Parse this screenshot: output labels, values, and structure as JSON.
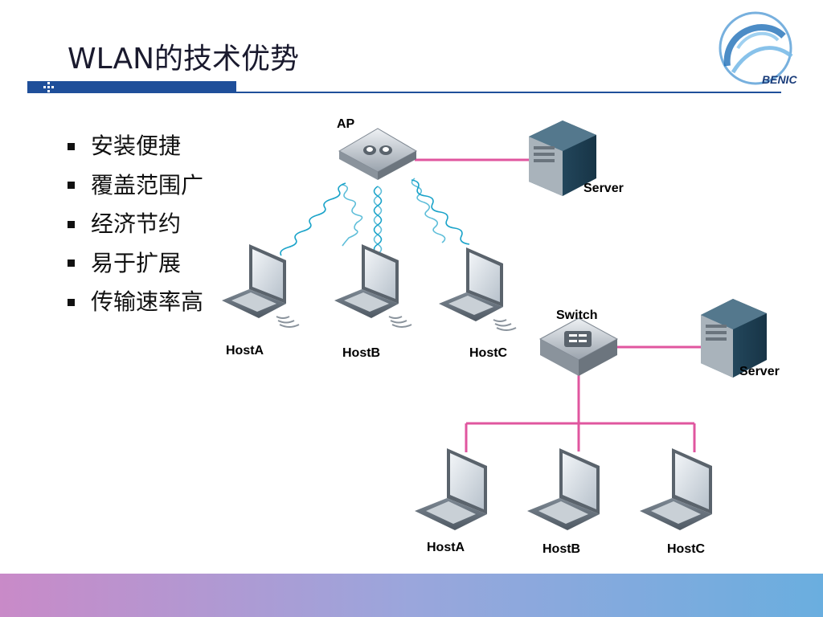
{
  "slide": {
    "title": "WLAN的技术优势",
    "bullets": [
      "安装便捷",
      "覆盖范围广",
      "经济节约",
      "易于扩展",
      "传输速率高"
    ]
  },
  "logo": {
    "text": "BENIC"
  },
  "wireless": {
    "ap_label": "AP",
    "server_label": "Server",
    "hosts": [
      "HostA",
      "HostB",
      "HostC"
    ]
  },
  "wired": {
    "switch_label": "Switch",
    "server_label": "Server",
    "hosts": [
      "HostA",
      "HostB",
      "HostC"
    ]
  },
  "colors": {
    "accent": "#1f4f9a",
    "link": "#e0569f",
    "wave": "#1aa3c9"
  }
}
